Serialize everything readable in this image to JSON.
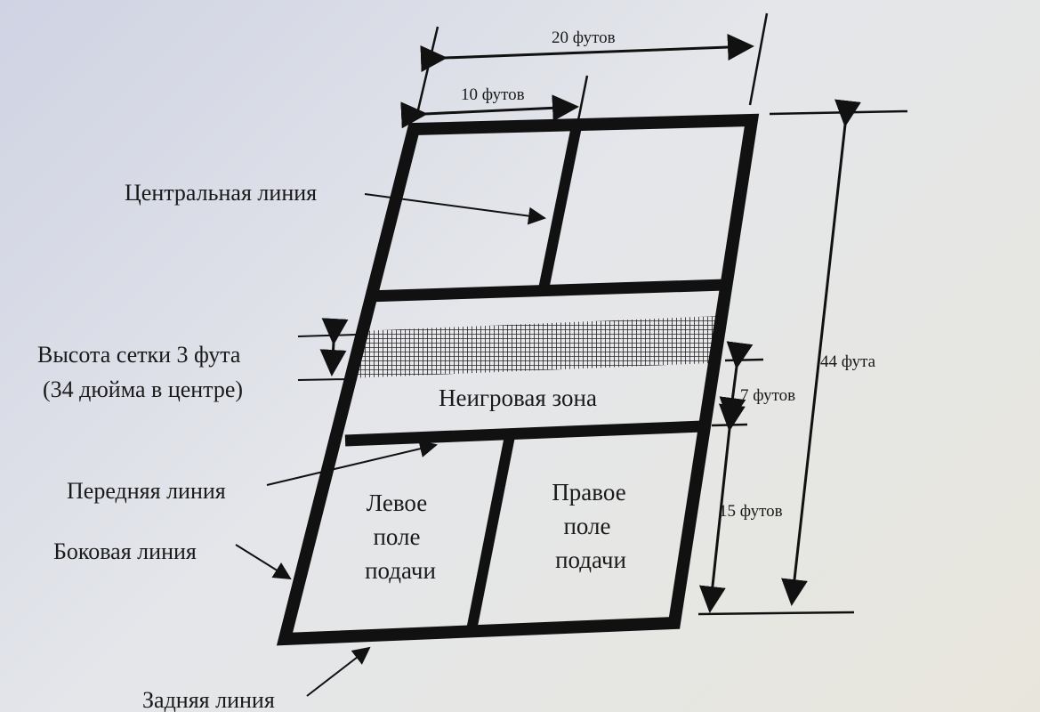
{
  "dimensions": {
    "width_total": "20 футов",
    "width_half": "10 футов",
    "length_total": "44 фута",
    "kitchen_depth": "7 футов",
    "service_depth": "15 футов"
  },
  "labels": {
    "center_line": "Центральная линия",
    "net_height_1": "Высота сетки 3 фута",
    "net_height_2": "(34 дюйма в центре)",
    "front_line": "Передняя линия",
    "side_line": "Боковая линия",
    "back_line": "Задняя линия"
  },
  "zones": {
    "non_volley": "Неигровая зона",
    "left_service": [
      "Левое",
      "поле",
      "подачи"
    ],
    "right_service": [
      "Правое",
      "поле",
      "подачи"
    ]
  },
  "colors": {
    "line": "#111111",
    "background": "#dde0e8"
  }
}
